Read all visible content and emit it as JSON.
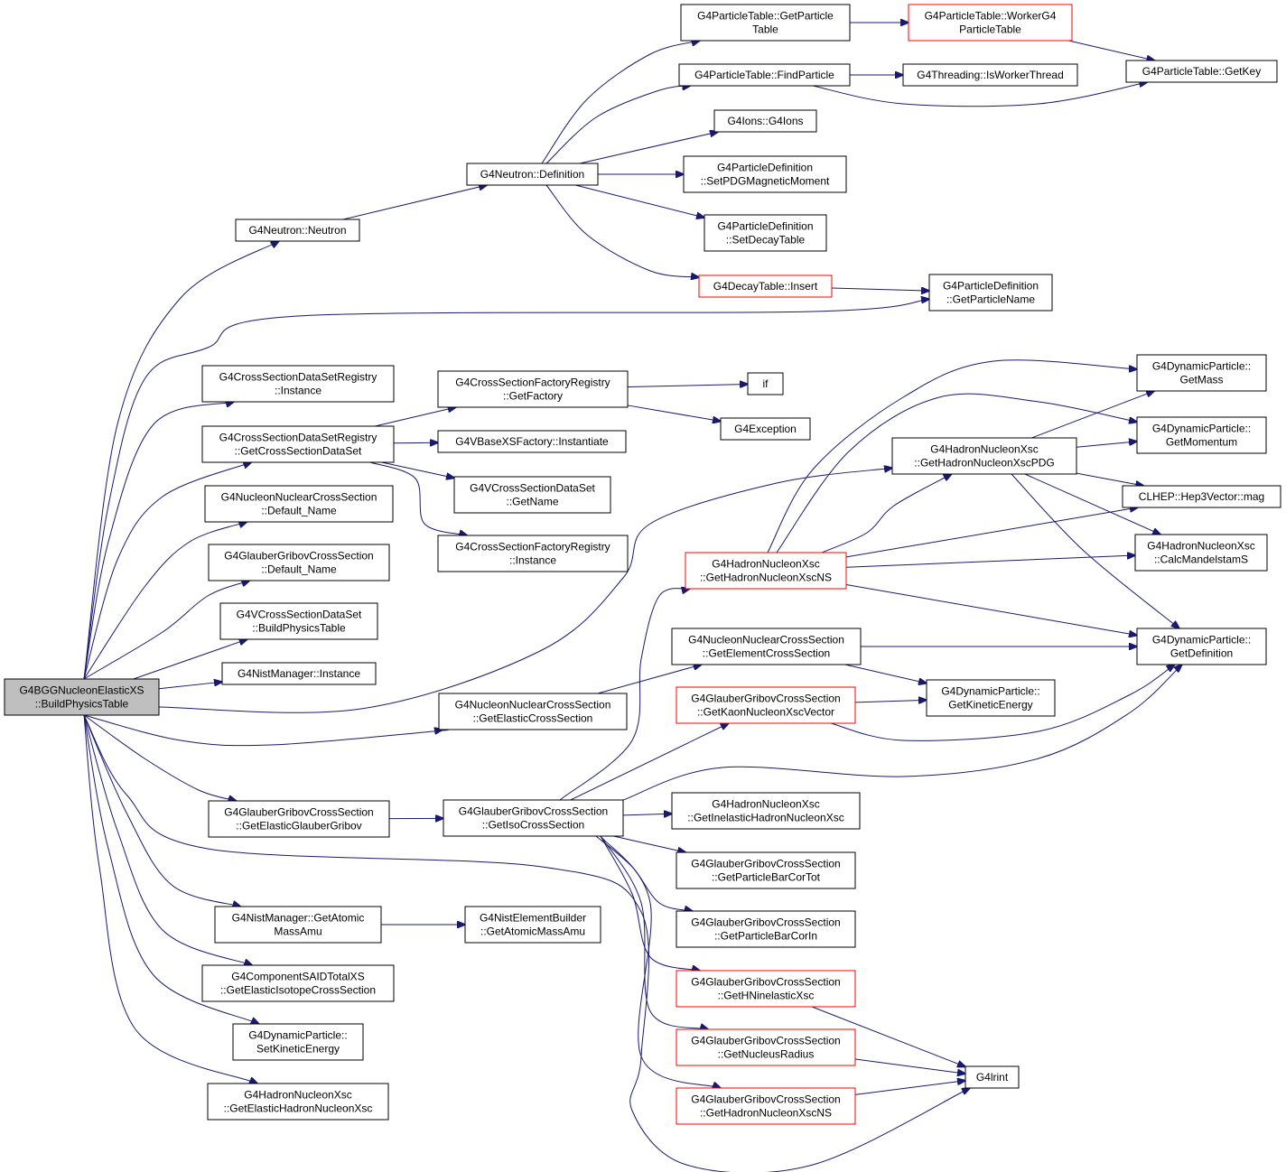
{
  "graph": {
    "nodes": [
      {
        "id": "root",
        "lines": [
          "G4BGGNucleonElasticXS",
          "::BuildPhysicsTable"
        ],
        "style": "root"
      },
      {
        "id": "neutron",
        "lines": [
          "G4Neutron::Neutron"
        ],
        "style": "plain"
      },
      {
        "id": "cs_reg_inst",
        "lines": [
          "G4CrossSectionDataSetRegistry",
          "::Instance"
        ],
        "style": "plain"
      },
      {
        "id": "cs_reg_get",
        "lines": [
          "G4CrossSectionDataSetRegistry",
          "::GetCrossSectionDataSet"
        ],
        "style": "plain"
      },
      {
        "id": "nn_default",
        "lines": [
          "G4NucleonNuclearCrossSection",
          "::Default_Name"
        ],
        "style": "plain"
      },
      {
        "id": "gg_default",
        "lines": [
          "G4GlauberGribovCrossSection",
          "::Default_Name"
        ],
        "style": "plain"
      },
      {
        "id": "vcs_build",
        "lines": [
          "G4VCrossSectionDataSet",
          "::BuildPhysicsTable"
        ],
        "style": "plain"
      },
      {
        "id": "nist_inst",
        "lines": [
          "G4NistManager::Instance"
        ],
        "style": "plain"
      },
      {
        "id": "gg_elastic",
        "lines": [
          "G4GlauberGribovCrossSection",
          "::GetElasticGlauberGribov"
        ],
        "style": "plain"
      },
      {
        "id": "nist_mass",
        "lines": [
          "G4NistManager::GetAtomic",
          "MassAmu"
        ],
        "style": "plain"
      },
      {
        "id": "said",
        "lines": [
          "G4ComponentSAIDTotalXS",
          "::GetElasticIsotopeCrossSection"
        ],
        "style": "plain"
      },
      {
        "id": "dp_setke",
        "lines": [
          "G4DynamicParticle::",
          "SetKineticEnergy"
        ],
        "style": "plain"
      },
      {
        "id": "hn_elastic",
        "lines": [
          "G4HadronNucleonXsc",
          "::GetElasticHadronNucleonXsc"
        ],
        "style": "plain"
      },
      {
        "id": "neutron_def",
        "lines": [
          "G4Neutron::Definition"
        ],
        "style": "plain"
      },
      {
        "id": "csf_getfac",
        "lines": [
          "G4CrossSectionFactoryRegistry",
          "::GetFactory"
        ],
        "style": "plain"
      },
      {
        "id": "vbase_inst",
        "lines": [
          "G4VBaseXSFactory::Instantiate"
        ],
        "style": "plain"
      },
      {
        "id": "vcs_name",
        "lines": [
          "G4VCrossSectionDataSet",
          "::GetName"
        ],
        "style": "plain"
      },
      {
        "id": "csf_inst",
        "lines": [
          "G4CrossSectionFactoryRegistry",
          "::Instance"
        ],
        "style": "plain"
      },
      {
        "id": "nn_elastic",
        "lines": [
          "G4NucleonNuclearCrossSection",
          "::GetElasticCrossSection"
        ],
        "style": "plain"
      },
      {
        "id": "gg_iso",
        "lines": [
          "G4GlauberGribovCrossSection",
          "::GetIsoCrossSection"
        ],
        "style": "plain"
      },
      {
        "id": "nist_builder",
        "lines": [
          "G4NistElementBuilder",
          "::GetAtomicMassAmu"
        ],
        "style": "plain"
      },
      {
        "id": "pt_getparticle",
        "lines": [
          "G4ParticleTable::GetParticle",
          "Table"
        ],
        "style": "plain"
      },
      {
        "id": "pt_find",
        "lines": [
          "G4ParticleTable::FindParticle"
        ],
        "style": "plain"
      },
      {
        "id": "ions",
        "lines": [
          "G4Ions::G4Ions"
        ],
        "style": "plain"
      },
      {
        "id": "pd_setpdg",
        "lines": [
          "G4ParticleDefinition",
          "::SetPDGMagneticMoment"
        ],
        "style": "plain"
      },
      {
        "id": "pd_setdecay",
        "lines": [
          "G4ParticleDefinition",
          "::SetDecayTable"
        ],
        "style": "plain"
      },
      {
        "id": "dt_insert",
        "lines": [
          "G4DecayTable::Insert"
        ],
        "style": "red"
      },
      {
        "id": "if",
        "lines": [
          "if"
        ],
        "style": "plain"
      },
      {
        "id": "exception",
        "lines": [
          "G4Exception"
        ],
        "style": "plain"
      },
      {
        "id": "hn_ns",
        "lines": [
          "G4HadronNucleonXsc",
          "::GetHadronNucleonXscNS"
        ],
        "style": "red"
      },
      {
        "id": "nn_element",
        "lines": [
          "G4NucleonNuclearCrossSection",
          "::GetElementCrossSection"
        ],
        "style": "plain"
      },
      {
        "id": "gg_kaon",
        "lines": [
          "G4GlauberGribovCrossSection",
          "::GetKaonNucleonXscVector"
        ],
        "style": "red"
      },
      {
        "id": "hn_inelastic",
        "lines": [
          "G4HadronNucleonXsc",
          "::GetInelasticHadronNucleonXsc"
        ],
        "style": "plain"
      },
      {
        "id": "gg_bartot",
        "lines": [
          "G4GlauberGribovCrossSection",
          "::GetParticleBarCorTot"
        ],
        "style": "plain"
      },
      {
        "id": "gg_barin",
        "lines": [
          "G4GlauberGribovCrossSection",
          "::GetParticleBarCorIn"
        ],
        "style": "plain"
      },
      {
        "id": "gg_hnin",
        "lines": [
          "G4GlauberGribovCrossSection",
          "::GetHNinelasticXsc"
        ],
        "style": "red"
      },
      {
        "id": "gg_radius",
        "lines": [
          "G4GlauberGribovCrossSection",
          "::GetNucleusRadius"
        ],
        "style": "red"
      },
      {
        "id": "gg_hnxscns",
        "lines": [
          "G4GlauberGribovCrossSection",
          "::GetHadronNucleonXscNS"
        ],
        "style": "red"
      },
      {
        "id": "pt_worker",
        "lines": [
          "G4ParticleTable::WorkerG4",
          "ParticleTable"
        ],
        "style": "red"
      },
      {
        "id": "threading",
        "lines": [
          "G4Threading::IsWorkerThread"
        ],
        "style": "plain"
      },
      {
        "id": "pd_getname",
        "lines": [
          "G4ParticleDefinition",
          "::GetParticleName"
        ],
        "style": "plain"
      },
      {
        "id": "hn_pdg",
        "lines": [
          "G4HadronNucleonXsc",
          "::GetHadronNucleonXscPDG"
        ],
        "style": "plain"
      },
      {
        "id": "dp_getke",
        "lines": [
          "G4DynamicParticle::",
          "GetKineticEnergy"
        ],
        "style": "plain"
      },
      {
        "id": "lrint",
        "lines": [
          "G4lrint"
        ],
        "style": "plain"
      },
      {
        "id": "pt_getkey",
        "lines": [
          "G4ParticleTable::GetKey"
        ],
        "style": "plain"
      },
      {
        "id": "dp_mass",
        "lines": [
          "G4DynamicParticle::",
          "GetMass"
        ],
        "style": "plain"
      },
      {
        "id": "dp_momentum",
        "lines": [
          "G4DynamicParticle::",
          "GetMomentum"
        ],
        "style": "plain"
      },
      {
        "id": "hep3_mag",
        "lines": [
          "CLHEP::Hep3Vector::mag"
        ],
        "style": "plain"
      },
      {
        "id": "hn_mandel",
        "lines": [
          "G4HadronNucleonXsc",
          "::CalcMandelstamS"
        ],
        "style": "plain"
      },
      {
        "id": "dp_def",
        "lines": [
          "G4DynamicParticle::",
          "GetDefinition"
        ],
        "style": "plain"
      }
    ],
    "edges": [
      {
        "from": "root",
        "to": "neutron"
      },
      {
        "from": "root",
        "to": "pd_getname"
      },
      {
        "from": "root",
        "to": "cs_reg_inst"
      },
      {
        "from": "root",
        "to": "cs_reg_get"
      },
      {
        "from": "root",
        "to": "nn_default"
      },
      {
        "from": "root",
        "to": "gg_default"
      },
      {
        "from": "root",
        "to": "vcs_build"
      },
      {
        "from": "root",
        "to": "nist_inst"
      },
      {
        "from": "root",
        "to": "hn_pdg"
      },
      {
        "from": "root",
        "to": "nn_elastic"
      },
      {
        "from": "root",
        "to": "gg_elastic"
      },
      {
        "from": "root",
        "to": "nist_mass"
      },
      {
        "from": "root",
        "to": "said"
      },
      {
        "from": "root",
        "to": "dp_setke"
      },
      {
        "from": "root",
        "to": "hn_elastic"
      },
      {
        "from": "root",
        "to": "lrint"
      },
      {
        "from": "neutron",
        "to": "neutron_def"
      },
      {
        "from": "neutron_def",
        "to": "pt_getparticle"
      },
      {
        "from": "neutron_def",
        "to": "pt_find"
      },
      {
        "from": "neutron_def",
        "to": "ions"
      },
      {
        "from": "neutron_def",
        "to": "pd_setpdg"
      },
      {
        "from": "neutron_def",
        "to": "pd_setdecay"
      },
      {
        "from": "neutron_def",
        "to": "dt_insert"
      },
      {
        "from": "pt_getparticle",
        "to": "pt_worker"
      },
      {
        "from": "pt_worker",
        "to": "pt_getkey"
      },
      {
        "from": "pt_find",
        "to": "threading"
      },
      {
        "from": "pt_find",
        "to": "pt_getkey"
      },
      {
        "from": "dt_insert",
        "to": "pd_getname"
      },
      {
        "from": "cs_reg_get",
        "to": "csf_getfac"
      },
      {
        "from": "cs_reg_get",
        "to": "vbase_inst"
      },
      {
        "from": "cs_reg_get",
        "to": "vcs_name"
      },
      {
        "from": "cs_reg_get",
        "to": "csf_inst"
      },
      {
        "from": "csf_getfac",
        "to": "if"
      },
      {
        "from": "csf_getfac",
        "to": "exception"
      },
      {
        "from": "nn_elastic",
        "to": "nn_element"
      },
      {
        "from": "nn_element",
        "to": "dp_def"
      },
      {
        "from": "nn_element",
        "to": "dp_getke"
      },
      {
        "from": "gg_elastic",
        "to": "gg_iso"
      },
      {
        "from": "nist_mass",
        "to": "nist_builder"
      },
      {
        "from": "gg_iso",
        "to": "hn_ns"
      },
      {
        "from": "gg_iso",
        "to": "gg_kaon"
      },
      {
        "from": "gg_iso",
        "to": "dp_def"
      },
      {
        "from": "gg_iso",
        "to": "hn_inelastic"
      },
      {
        "from": "gg_iso",
        "to": "gg_bartot"
      },
      {
        "from": "gg_iso",
        "to": "gg_barin"
      },
      {
        "from": "gg_iso",
        "to": "gg_hnin"
      },
      {
        "from": "gg_iso",
        "to": "gg_radius"
      },
      {
        "from": "gg_iso",
        "to": "gg_hnxscns"
      },
      {
        "from": "gg_kaon",
        "to": "dp_getke"
      },
      {
        "from": "gg_kaon",
        "to": "dp_def"
      },
      {
        "from": "hn_ns",
        "to": "dp_mass"
      },
      {
        "from": "hn_ns",
        "to": "dp_momentum"
      },
      {
        "from": "hn_ns",
        "to": "hn_pdg"
      },
      {
        "from": "hn_ns",
        "to": "hep3_mag"
      },
      {
        "from": "hn_ns",
        "to": "hn_mandel"
      },
      {
        "from": "hn_ns",
        "to": "dp_def"
      },
      {
        "from": "hn_pdg",
        "to": "dp_mass"
      },
      {
        "from": "hn_pdg",
        "to": "dp_momentum"
      },
      {
        "from": "hn_pdg",
        "to": "hep3_mag"
      },
      {
        "from": "hn_pdg",
        "to": "hn_mandel"
      },
      {
        "from": "hn_pdg",
        "to": "dp_def"
      },
      {
        "from": "gg_hnin",
        "to": "lrint"
      },
      {
        "from": "gg_radius",
        "to": "lrint"
      },
      {
        "from": "gg_hnxscns",
        "to": "lrint"
      }
    ]
  }
}
